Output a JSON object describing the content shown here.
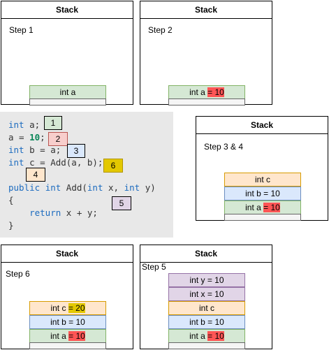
{
  "panel_title": "Stack",
  "panels": {
    "step1": {
      "step": "Step 1",
      "cells": [
        {
          "text": "int a"
        }
      ]
    },
    "step2": {
      "step": "Step 2",
      "cells": [
        {
          "prefix": "int a ",
          "hl": "= 10"
        }
      ]
    },
    "step34": {
      "step": "Step 3 & 4",
      "cells": [
        {
          "text": "int c"
        },
        {
          "text": "int b = 10"
        },
        {
          "prefix": "int a ",
          "hl": "= 10"
        }
      ]
    },
    "step6": {
      "step": "Step 6",
      "cells": [
        {
          "prefix": "int c ",
          "hl": "= 20"
        },
        {
          "text": "int b = 10"
        },
        {
          "prefix": "int a ",
          "hl": "= 10"
        }
      ]
    },
    "step5": {
      "step": "Step 5",
      "cells": [
        {
          "text": "int y = 10"
        },
        {
          "text": "int x = 10"
        },
        {
          "text": "int c"
        },
        {
          "text": "int b = 10"
        },
        {
          "prefix": "int a ",
          "hl": "= 10"
        }
      ]
    }
  },
  "code": {
    "lines": [
      {
        "kw": "int",
        "rest": " a;"
      },
      {
        "plain": "a = ",
        "num": "10",
        "rest": ";"
      },
      {
        "kw": "int",
        "rest": " b = a;"
      },
      {
        "kw": "int",
        "rest": " c = Add(a, b);"
      },
      {
        "kw": "public",
        "mid": " ",
        "kw2": "int",
        "rest": " Add(",
        "kw3": "int",
        "rest2": " x, ",
        "kw4": "int",
        "rest3": " y)"
      },
      {
        "plain": "{"
      },
      {
        "plain": "    ",
        "kw": "return",
        "rest": " x + y;"
      },
      {
        "plain": "}"
      }
    ],
    "badges": [
      "1",
      "2",
      "3",
      "6",
      "4",
      "5"
    ]
  }
}
